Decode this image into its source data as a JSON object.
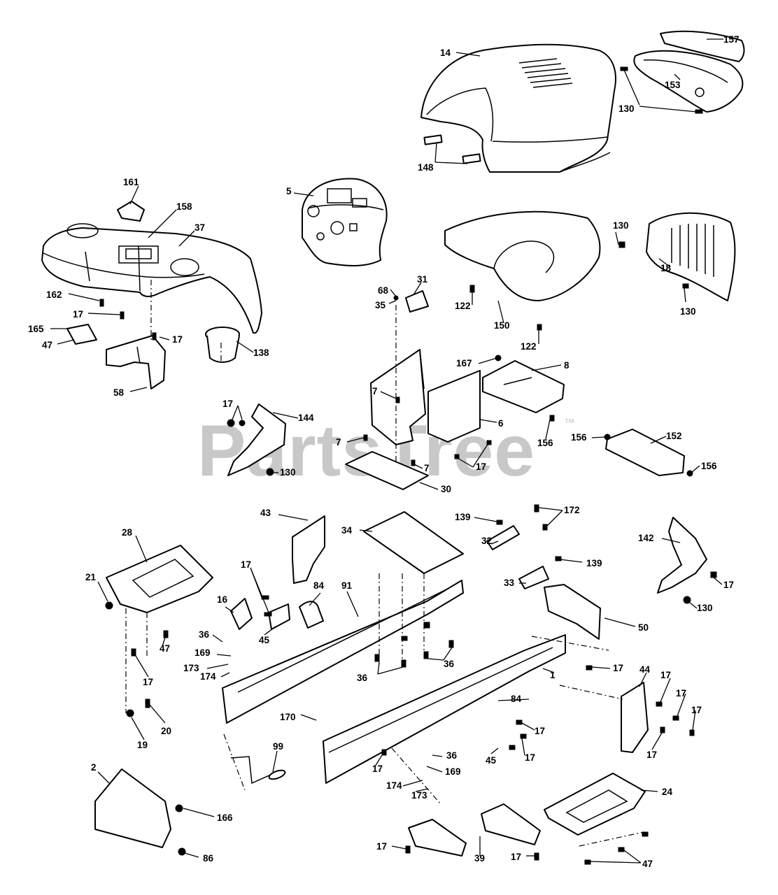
{
  "watermark": {
    "text": "PartsTree",
    "trademark": "™"
  },
  "callouts": [
    {
      "id": "c14",
      "text": "14"
    },
    {
      "id": "c157",
      "text": "157"
    },
    {
      "id": "c153",
      "text": "153"
    },
    {
      "id": "c130a",
      "text": "130"
    },
    {
      "id": "c148",
      "text": "148"
    },
    {
      "id": "c161",
      "text": "161"
    },
    {
      "id": "c5",
      "text": "5"
    },
    {
      "id": "c158",
      "text": "158"
    },
    {
      "id": "c37",
      "text": "37"
    },
    {
      "id": "c130b",
      "text": "130"
    },
    {
      "id": "c18",
      "text": "18"
    },
    {
      "id": "c130c",
      "text": "130"
    },
    {
      "id": "c162",
      "text": "162"
    },
    {
      "id": "c17a",
      "text": "17"
    },
    {
      "id": "c165",
      "text": "165"
    },
    {
      "id": "c47a",
      "text": "47"
    },
    {
      "id": "c17b",
      "text": "17"
    },
    {
      "id": "c138",
      "text": "138"
    },
    {
      "id": "c58",
      "text": "58"
    },
    {
      "id": "c68",
      "text": "68"
    },
    {
      "id": "c31",
      "text": "31"
    },
    {
      "id": "c35",
      "text": "35"
    },
    {
      "id": "c122a",
      "text": "122"
    },
    {
      "id": "c150",
      "text": "150"
    },
    {
      "id": "c122b",
      "text": "122"
    },
    {
      "id": "c167",
      "text": "167"
    },
    {
      "id": "c8",
      "text": "8"
    },
    {
      "id": "c7a",
      "text": "7"
    },
    {
      "id": "c17c",
      "text": "17"
    },
    {
      "id": "c144",
      "text": "144"
    },
    {
      "id": "c6",
      "text": "6"
    },
    {
      "id": "c156a",
      "text": "156"
    },
    {
      "id": "c7b",
      "text": "7"
    },
    {
      "id": "c17d",
      "text": "17"
    },
    {
      "id": "c156b",
      "text": "156"
    },
    {
      "id": "c152",
      "text": "152"
    },
    {
      "id": "c156c",
      "text": "156"
    },
    {
      "id": "c130d",
      "text": "130"
    },
    {
      "id": "c7c",
      "text": "7"
    },
    {
      "id": "c30",
      "text": "30"
    },
    {
      "id": "c43",
      "text": "43"
    },
    {
      "id": "c139a",
      "text": "139"
    },
    {
      "id": "c172",
      "text": "172"
    },
    {
      "id": "c32",
      "text": "32"
    },
    {
      "id": "c142",
      "text": "142"
    },
    {
      "id": "c28",
      "text": "28"
    },
    {
      "id": "c34",
      "text": "34"
    },
    {
      "id": "c33",
      "text": "33"
    },
    {
      "id": "c139b",
      "text": "139"
    },
    {
      "id": "c17e",
      "text": "17"
    },
    {
      "id": "c21",
      "text": "21"
    },
    {
      "id": "c17f",
      "text": "17"
    },
    {
      "id": "c84a",
      "text": "84"
    },
    {
      "id": "c91",
      "text": "91"
    },
    {
      "id": "c130e",
      "text": "130"
    },
    {
      "id": "c16",
      "text": "16"
    },
    {
      "id": "c50",
      "text": "50"
    },
    {
      "id": "c47b",
      "text": "47"
    },
    {
      "id": "c45a",
      "text": "45"
    },
    {
      "id": "c36a",
      "text": "36"
    },
    {
      "id": "c169a",
      "text": "169"
    },
    {
      "id": "c173a",
      "text": "173"
    },
    {
      "id": "c174a",
      "text": "174"
    },
    {
      "id": "c36b",
      "text": "36"
    },
    {
      "id": "c36c",
      "text": "36"
    },
    {
      "id": "c17g",
      "text": "17"
    },
    {
      "id": "c17h",
      "text": "17"
    },
    {
      "id": "c44",
      "text": "44"
    },
    {
      "id": "c17i",
      "text": "17"
    },
    {
      "id": "c1",
      "text": "1"
    },
    {
      "id": "c17j",
      "text": "17"
    },
    {
      "id": "c17k",
      "text": "17"
    },
    {
      "id": "c170",
      "text": "170"
    },
    {
      "id": "c84b",
      "text": "84"
    },
    {
      "id": "c20",
      "text": "20"
    },
    {
      "id": "c17l",
      "text": "17"
    },
    {
      "id": "c19",
      "text": "19"
    },
    {
      "id": "c17m",
      "text": "17"
    },
    {
      "id": "c17n",
      "text": "17"
    },
    {
      "id": "c99",
      "text": "99"
    },
    {
      "id": "c45b",
      "text": "45"
    },
    {
      "id": "c17o",
      "text": "17"
    },
    {
      "id": "c36d",
      "text": "36"
    },
    {
      "id": "c2",
      "text": "2"
    },
    {
      "id": "c169b",
      "text": "169"
    },
    {
      "id": "c174b",
      "text": "174"
    },
    {
      "id": "c173b",
      "text": "173"
    },
    {
      "id": "c24",
      "text": "24"
    },
    {
      "id": "c166",
      "text": "166"
    },
    {
      "id": "c17p",
      "text": "17"
    },
    {
      "id": "c39",
      "text": "39"
    },
    {
      "id": "c17q",
      "text": "17"
    },
    {
      "id": "c47c",
      "text": "47"
    },
    {
      "id": "c86",
      "text": "86"
    }
  ]
}
